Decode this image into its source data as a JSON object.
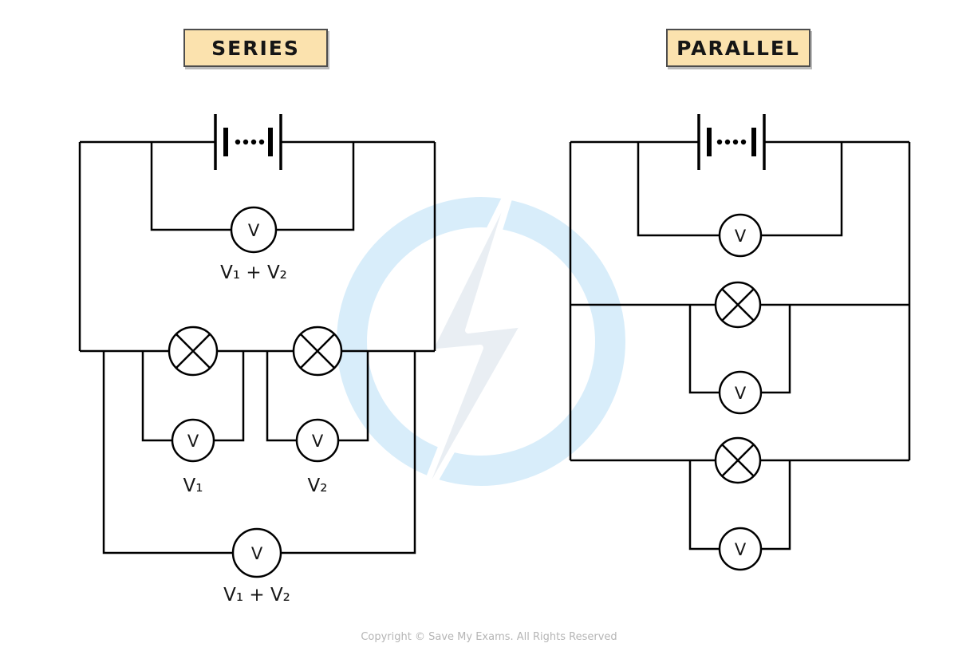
{
  "page": {
    "wire_color": "#000000",
    "title_box_bg": "#fbe2ae",
    "title_box_border": "#4d4d4d",
    "watermark_blue": "#d8edfa",
    "watermark_gray": "#e9eef3"
  },
  "series": {
    "title": "SERIES",
    "battery_meter": {
      "symbol": "V",
      "label": "V₁ + V₂"
    },
    "lamp1_meter": {
      "symbol": "V",
      "label": "V₁"
    },
    "lamp2_meter": {
      "symbol": "V",
      "label": "V₂"
    },
    "total_meter": {
      "symbol": "V",
      "label": "V₁ + V₂"
    }
  },
  "parallel": {
    "title": "PARALLEL",
    "battery_meter": {
      "symbol": "V"
    },
    "lamp1_meter": {
      "symbol": "V"
    },
    "lamp2_meter": {
      "symbol": "V"
    }
  },
  "footer": {
    "copyright": "Copyright © Save My Exams. All Rights Reserved"
  }
}
